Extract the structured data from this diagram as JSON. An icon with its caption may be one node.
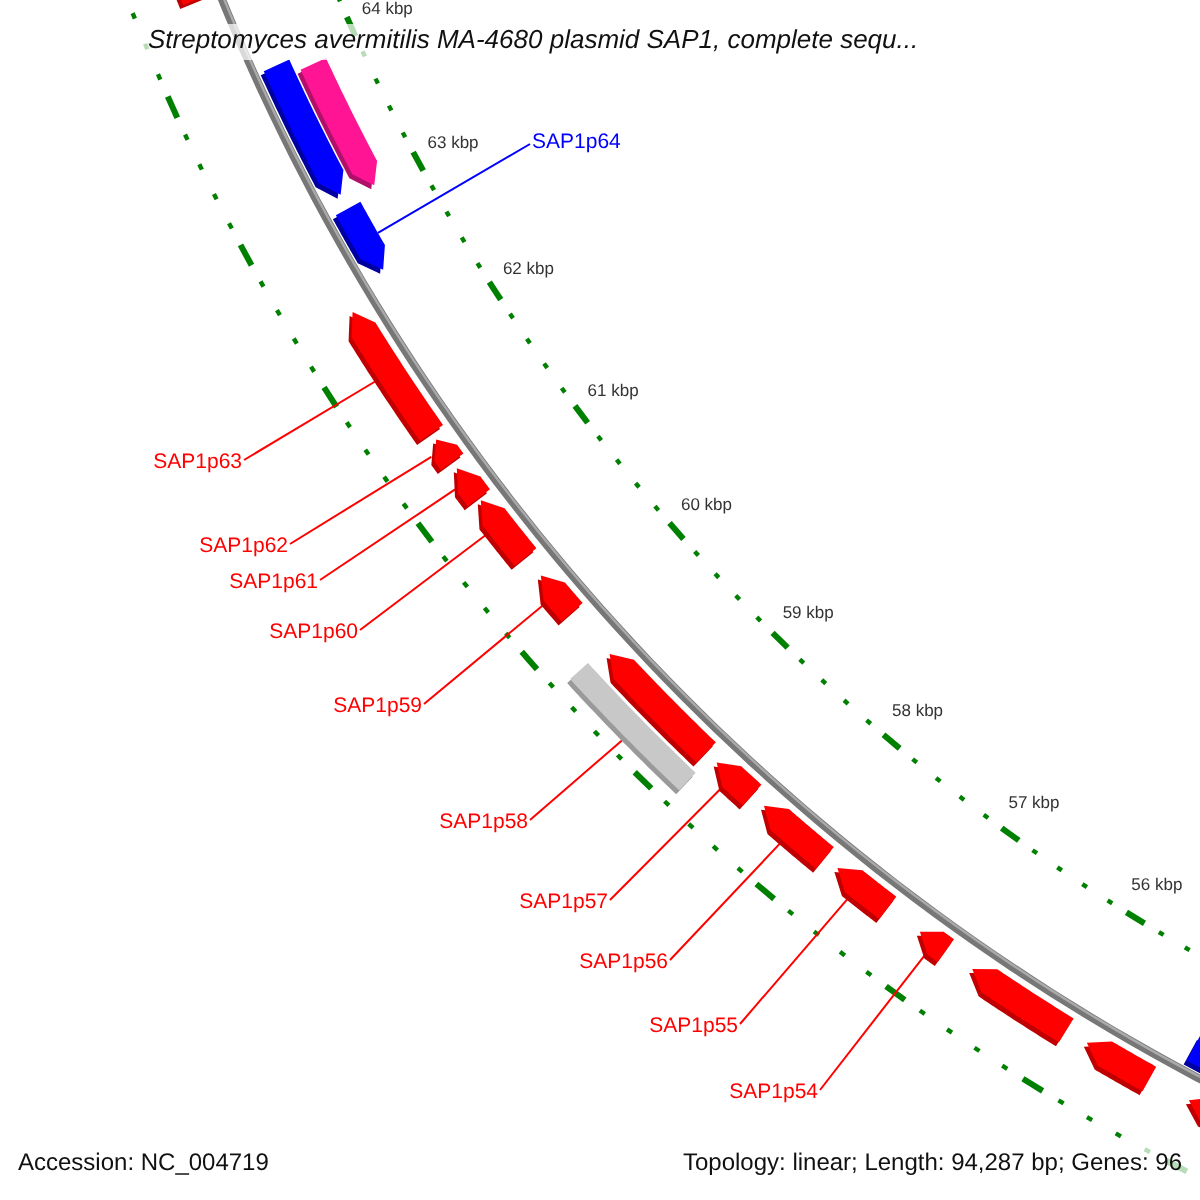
{
  "diagram": {
    "title": "Streptomyces avermitilis MA-4680 plasmid SAP1, complete sequ...",
    "nodes": [
      {
        "text": [],
        "shape": "pentagon"
      },
      {
        "text": [],
        "shape": "pentagon"
      },
      {
        "text": [],
        "shape": "pentagon"
      },
      {
        "text": [
          "SAP1p64"
        ]
      },
      {
        "text": [],
        "shape": "pentagon"
      },
      {
        "text": [
          "SAP1p63"
        ]
      },
      {
        "text": [],
        "shape": "pentagon"
      },
      {
        "text": [
          "SAP1p62"
        ]
      },
      {
        "text": [],
        "shape": "pentagon"
      },
      {
        "text": [
          "SAP1p61"
        ]
      },
      {
        "text": [],
        "shape": "pentagon"
      },
      {
        "text": [
          "SAP1p60"
        ]
      },
      {
        "text": [],
        "shape": "pentagon"
      },
      {
        "text": [
          "SAP1p59"
        ]
      },
      {
        "text": [],
        "shape": "pentagon"
      },
      {
        "text": [],
        "shape": "pentagon"
      },
      {
        "text": [
          "SAP1p58"
        ]
      },
      {
        "text": [],
        "shape": "bar"
      },
      {
        "text": [
          "SAP1p57"
        ]
      },
      {
        "text": [],
        "shape": "pentagon"
      },
      {
        "text": [
          "SAP1p56"
        ]
      },
      {
        "text": [],
        "shape": "pentagon"
      },
      {
        "text": [
          "SAP1p55"
        ]
      },
      {
        "text": [],
        "shape": "pentagon"
      },
      {
        "text": [
          "SAP1p54"
        ]
      },
      {
        "text": [],
        "shape": "pentagon"
      },
      {
        "text": [],
        "shape": "pentagon"
      },
      {
        "text": [],
        "shape": "pentagon"
      },
      {
        "text": [],
        "shape": "pentagon"
      },
      {
        "text": [],
        "shape": "pentagon"
      }
    ],
    "edges": [
      {
        "from": 3,
        "to": 4,
        "arrow": "none",
        "color": "#0000ff"
      },
      {
        "from": 5,
        "to": 6,
        "arrow": "none"
      },
      {
        "from": 7,
        "to": 8,
        "arrow": "none"
      },
      {
        "from": 9,
        "to": 10,
        "arrow": "none"
      },
      {
        "from": 11,
        "to": 12,
        "arrow": "none"
      },
      {
        "from": 13,
        "to": 14,
        "arrow": "none"
      },
      {
        "from": 16,
        "to": 17,
        "arrow": "none"
      },
      {
        "from": 18,
        "to": 19,
        "arrow": "none"
      },
      {
        "from": 20,
        "to": 21,
        "arrow": "none"
      },
      {
        "from": 22,
        "to": 23,
        "arrow": "none"
      },
      {
        "from": 24,
        "to": 25,
        "arrow": "none"
      }
    ],
    "labels": [
      "64 kbp",
      "63 kbp",
      "62 kbp",
      "61 kbp",
      "60 kbp",
      "59 kbp",
      "58 kbp",
      "57 kbp",
      "56 kbp",
      "Accession: NC_004719",
      "Topology: linear; Length: 94,287 bp; Genes: 96"
    ]
  }
}
